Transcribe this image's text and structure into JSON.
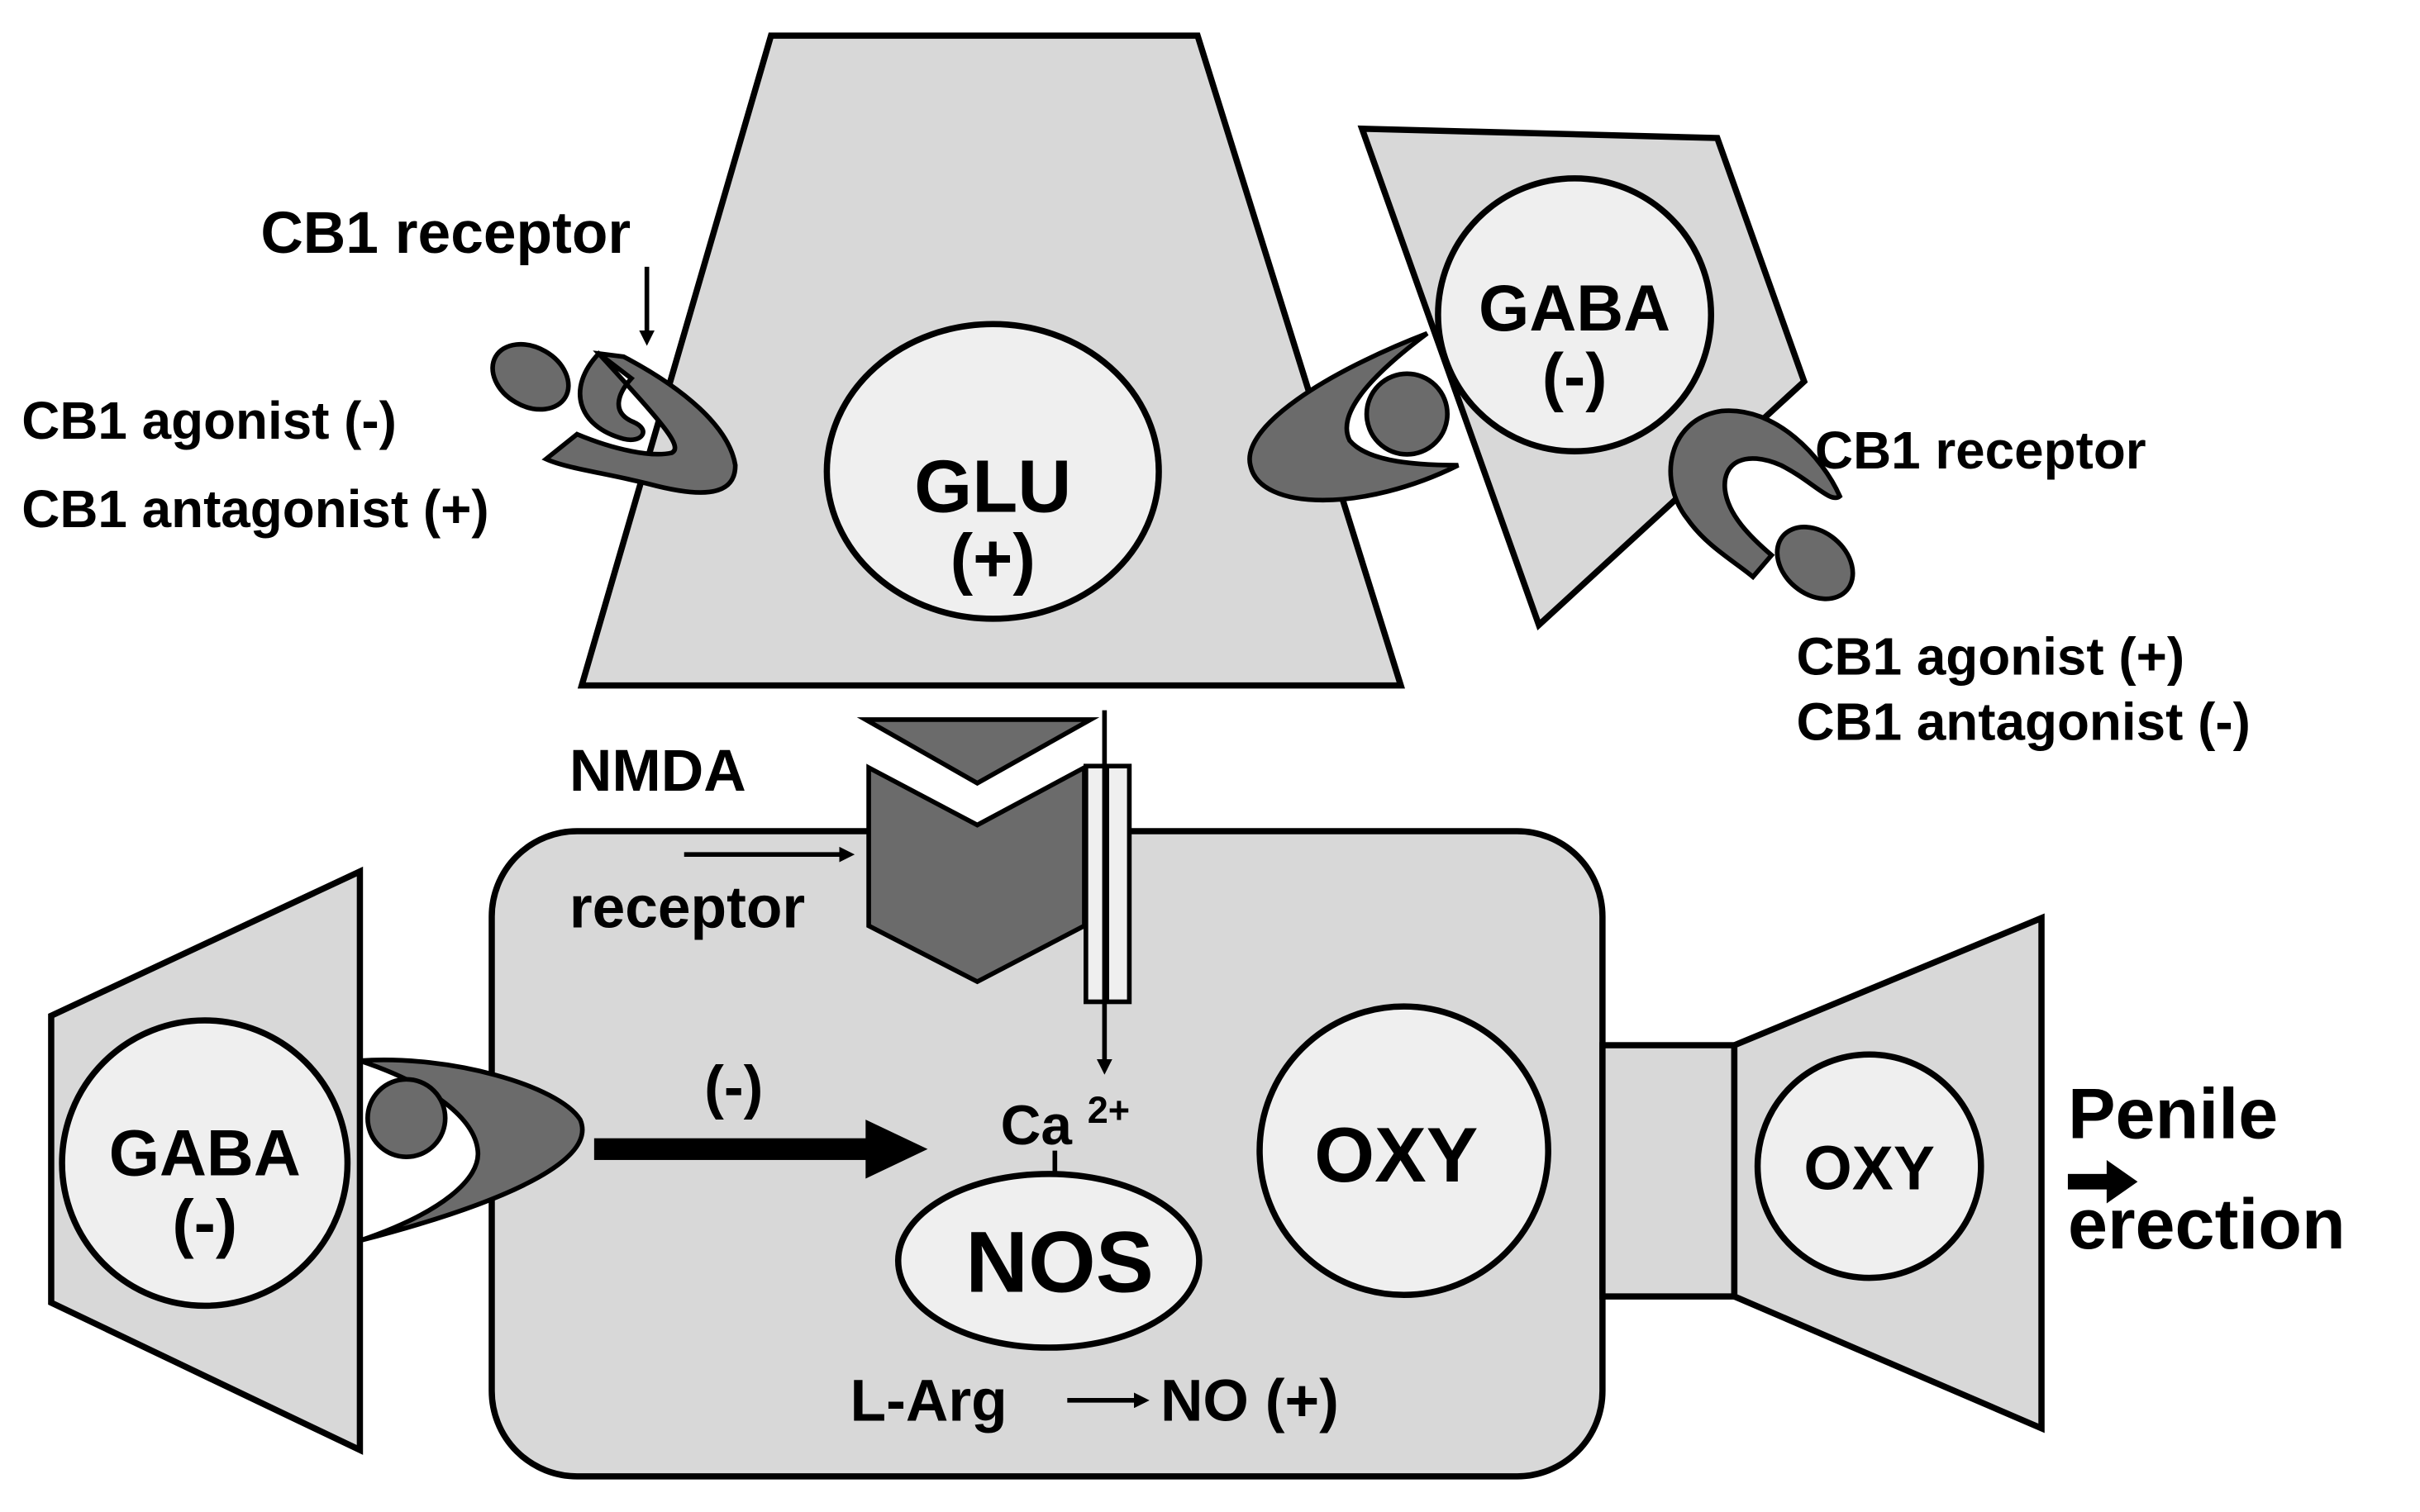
{
  "colors": {
    "cell_fill": "#d8d8d8",
    "vesicle_fill": "#efefef",
    "receptor_fill": "#6b6b6b",
    "stroke": "#000000",
    "background": "#ffffff"
  },
  "labels": {
    "cb1_receptor_top": "CB1 receptor",
    "cb1_agonist_left": "CB1 agonist (-)",
    "cb1_antagonist_left": "CB1 antagonist (+)",
    "glu_name": "GLU",
    "glu_sign": "(+)",
    "gaba_top_name": "GABA",
    "gaba_top_sign": "(-)",
    "cb1_receptor_right": "CB1 receptor",
    "cb1_agonist_right": "CB1 agonist (+)",
    "cb1_antagonist_right": "CB1 antagonist (-)",
    "nmda": "NMDA",
    "receptor": "receptor",
    "gaba_left_name": "GABA",
    "gaba_left_sign": "(-)",
    "inhibit_sign": "(-)",
    "calcium": "Ca",
    "calcium_charge": "2+",
    "nos": "NOS",
    "l_arg": "L-Arg",
    "no_product": "NO (+)",
    "oxy_main": "OXY",
    "oxy_right": "OXY",
    "penile": "Penile",
    "erection": "erection"
  },
  "icons": [
    "arrow-icon",
    "cb1-receptor-icon",
    "nmda-receptor-icon",
    "ion-channel-icon",
    "gaba-receptor-icon",
    "ligand-icon"
  ]
}
